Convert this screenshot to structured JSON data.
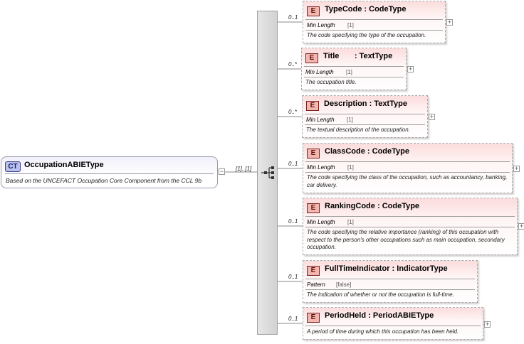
{
  "complex_type": {
    "badge": "CT",
    "name": "OccupationABIEType",
    "doc": "Based on the UNCEFACT Occupation Core Component from the CCL 9b"
  },
  "sequence": {
    "cardinality": "[1]..[1]"
  },
  "elements": [
    {
      "badge": "E",
      "name": "TypeCode",
      "type": ": CodeType",
      "cardinality": "0..1",
      "facet": "Min Length",
      "facet_value": "[1]",
      "doc": "The code specifying the type of the occupation."
    },
    {
      "badge": "E",
      "name": "Title",
      "type": ": TextType",
      "cardinality": "0..*",
      "facet": "Min Length",
      "facet_value": "[1]",
      "doc": "The occupation title."
    },
    {
      "badge": "E",
      "name": "Description",
      "type": ": TextType",
      "cardinality": "0..*",
      "facet": "Min Length",
      "facet_value": "[1]",
      "doc": "The textual description of the occupation."
    },
    {
      "badge": "E",
      "name": "ClassCode",
      "type": ": CodeType",
      "cardinality": "0..1",
      "facet": "Min Length",
      "facet_value": "[1]",
      "doc": "The code specifying the class of the occupation, such as accountancy, banking, car delivery."
    },
    {
      "badge": "E",
      "name": "RankingCode",
      "type": ": CodeType",
      "cardinality": "0..1",
      "facet": "Min Length",
      "facet_value": "[1]",
      "doc": "The code specifying the relative importance (ranking) of this occupation with respect to the person's other occupations such as main occupation, secondary occupation."
    },
    {
      "badge": "E",
      "name": "FullTimeIndicator",
      "type": ": IndicatorType",
      "cardinality": "0..1",
      "facet": "Pattern",
      "facet_value": "[false]",
      "doc": "The indication of whether or not the occupation is full-time."
    },
    {
      "badge": "E",
      "name": "PeriodHeld",
      "type": ": PeriodABIEType",
      "cardinality": "0..1",
      "facet": "",
      "facet_value": "",
      "doc": "A period of time during which this occupation has been held."
    }
  ],
  "expand_symbol": "+",
  "collapse_symbol": "−"
}
